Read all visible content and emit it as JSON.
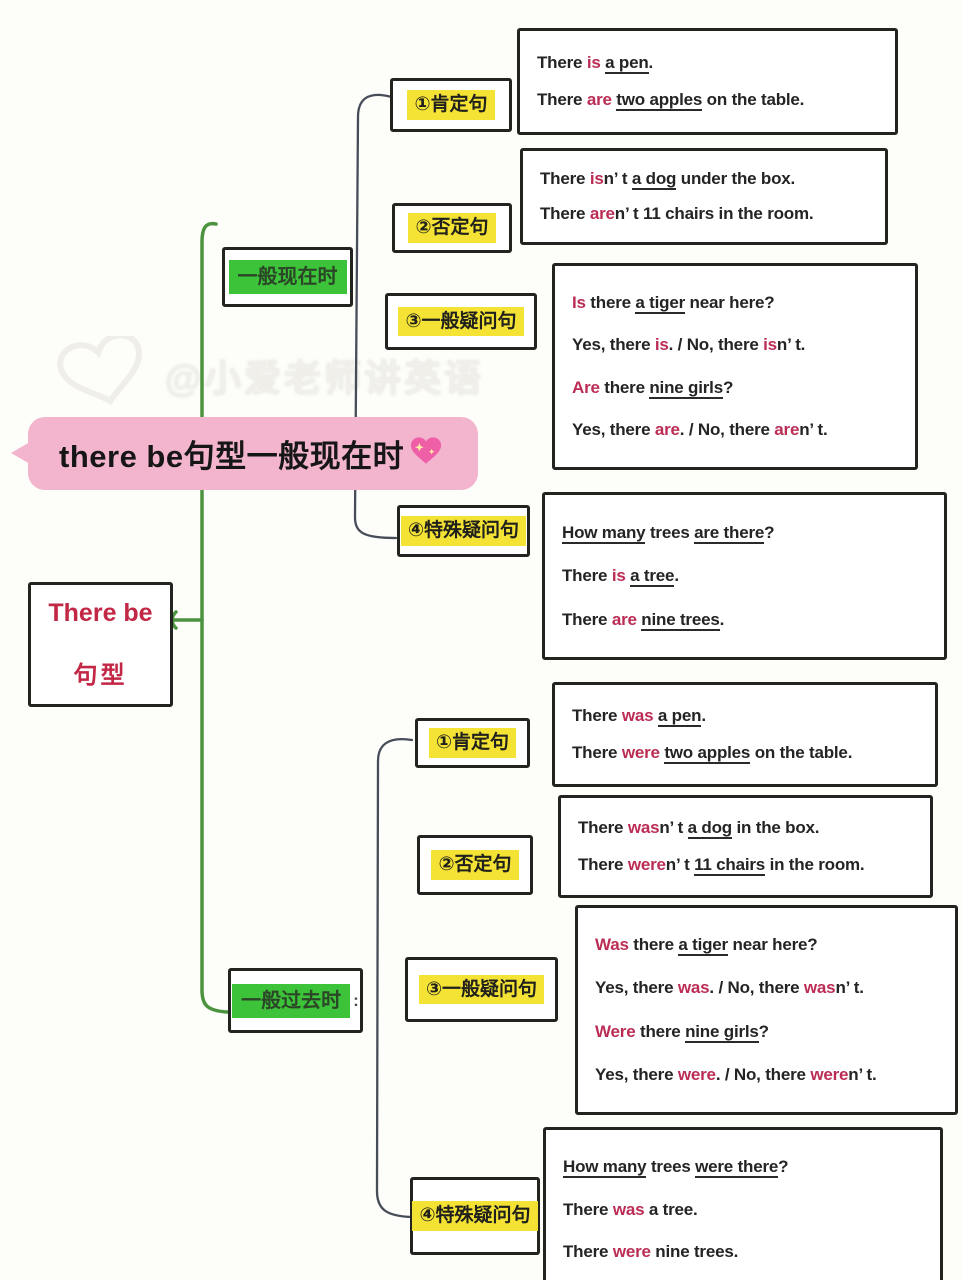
{
  "watermark": {
    "handle": "@小爱老师讲英语",
    "heart_icon": "outline-heart"
  },
  "bubble": {
    "text": "there be句型一般现在时",
    "emoji": "sparkling-heart"
  },
  "root": {
    "title_en": "There be",
    "title_zh": "句型"
  },
  "colors": {
    "accent_red": "#bb2d55",
    "root_red": "#c22745",
    "label_yellow": "#f4e234",
    "branch_green": "#3cc339",
    "bubble_pink": "#f3b4cd",
    "line_green": "#4c9340",
    "line_dark": "#474d58",
    "ink": "#242424"
  },
  "branches": [
    {
      "label": "一般现在时",
      "items": [
        {
          "label": "①肯定句",
          "sentences": [
            [
              {
                "t": "There "
              },
              {
                "t": "is",
                "r": true
              },
              {
                "t": " "
              },
              {
                "t": "a pen",
                "u": true
              },
              {
                "t": "."
              }
            ],
            [
              {
                "t": "There "
              },
              {
                "t": "are",
                "r": true
              },
              {
                "t": " "
              },
              {
                "t": "two apples",
                "u": true
              },
              {
                "t": " on the table."
              }
            ]
          ]
        },
        {
          "label": "②否定句",
          "sentences": [
            [
              {
                "t": "There "
              },
              {
                "t": "is",
                "r": true
              },
              {
                "t": "n’ t "
              },
              {
                "t": "a dog",
                "u": true
              },
              {
                "t": " under the box."
              }
            ],
            [
              {
                "t": "There "
              },
              {
                "t": "are",
                "r": true
              },
              {
                "t": "n’ t 11 chairs in the room."
              }
            ]
          ]
        },
        {
          "label": "③一般疑问句",
          "sentences": [
            [
              {
                "t": "Is",
                "r": true
              },
              {
                "t": " there "
              },
              {
                "t": "a tiger",
                "u": true
              },
              {
                "t": " near here?"
              }
            ],
            [
              {
                "t": "Yes, there "
              },
              {
                "t": "is",
                "r": true
              },
              {
                "t": ". / No, there "
              },
              {
                "t": "is",
                "r": true
              },
              {
                "t": "n’ t."
              }
            ],
            [
              {
                "t": "Are",
                "r": true
              },
              {
                "t": " there "
              },
              {
                "t": "nine girls",
                "u": true
              },
              {
                "t": "?"
              }
            ],
            [
              {
                "t": "Yes, there "
              },
              {
                "t": "are",
                "r": true
              },
              {
                "t": ". / No, there "
              },
              {
                "t": "are",
                "r": true
              },
              {
                "t": "n’ t."
              }
            ]
          ]
        },
        {
          "label": "④特殊疑问句",
          "sentences": [
            [
              {
                "t": "How many",
                "u": true
              },
              {
                "t": " trees "
              },
              {
                "t": "are there",
                "u": true
              },
              {
                "t": "?"
              }
            ],
            [
              {
                "t": "There "
              },
              {
                "t": "is",
                "r": true
              },
              {
                "t": " "
              },
              {
                "t": "a tree",
                "u": true
              },
              {
                "t": "."
              }
            ],
            [
              {
                "t": "There "
              },
              {
                "t": "are",
                "r": true
              },
              {
                "t": " "
              },
              {
                "t": "nine trees",
                "u": true
              },
              {
                "t": "."
              }
            ]
          ]
        }
      ]
    },
    {
      "label": "一般过去时",
      "label_suffix": ":",
      "items": [
        {
          "label": "①肯定句",
          "sentences": [
            [
              {
                "t": "There "
              },
              {
                "t": "was",
                "r": true
              },
              {
                "t": " "
              },
              {
                "t": "a pen",
                "u": true
              },
              {
                "t": "."
              }
            ],
            [
              {
                "t": "There "
              },
              {
                "t": "were",
                "r": true
              },
              {
                "t": " "
              },
              {
                "t": "two apples",
                "u": true
              },
              {
                "t": " on the table."
              }
            ]
          ]
        },
        {
          "label": "②否定句",
          "sentences": [
            [
              {
                "t": "There "
              },
              {
                "t": "was",
                "r": true
              },
              {
                "t": "n’ t "
              },
              {
                "t": "a dog",
                "u": true
              },
              {
                "t": " in the box."
              }
            ],
            [
              {
                "t": "There "
              },
              {
                "t": "were",
                "r": true
              },
              {
                "t": "n’ t "
              },
              {
                "t": "11 chairs",
                "u": true
              },
              {
                "t": " in the room."
              }
            ]
          ]
        },
        {
          "label": "③一般疑问句",
          "sentences": [
            [
              {
                "t": "Was",
                "r": true
              },
              {
                "t": " there "
              },
              {
                "t": "a tiger",
                "u": true
              },
              {
                "t": " near here?"
              }
            ],
            [
              {
                "t": "Yes, there "
              },
              {
                "t": "was",
                "r": true
              },
              {
                "t": ". / No, there "
              },
              {
                "t": "was",
                "r": true
              },
              {
                "t": "n’ t."
              }
            ],
            [
              {
                "t": "Were",
                "r": true
              },
              {
                "t": " there "
              },
              {
                "t": "nine girls",
                "u": true
              },
              {
                "t": "?"
              }
            ],
            [
              {
                "t": "Yes, there "
              },
              {
                "t": "were",
                "r": true
              },
              {
                "t": ". / No, there "
              },
              {
                "t": "were",
                "r": true
              },
              {
                "t": "n’ t."
              }
            ]
          ]
        },
        {
          "label": "④特殊疑问句",
          "sentences": [
            [
              {
                "t": "How many",
                "u": true
              },
              {
                "t": " trees "
              },
              {
                "t": "were there",
                "u": true
              },
              {
                "t": "?"
              }
            ],
            [
              {
                "t": "There "
              },
              {
                "t": "was",
                "r": true
              },
              {
                "t": " a tree."
              }
            ],
            [
              {
                "t": "There "
              },
              {
                "t": "were",
                "r": true
              },
              {
                "t": " nine trees."
              }
            ]
          ]
        }
      ]
    }
  ]
}
